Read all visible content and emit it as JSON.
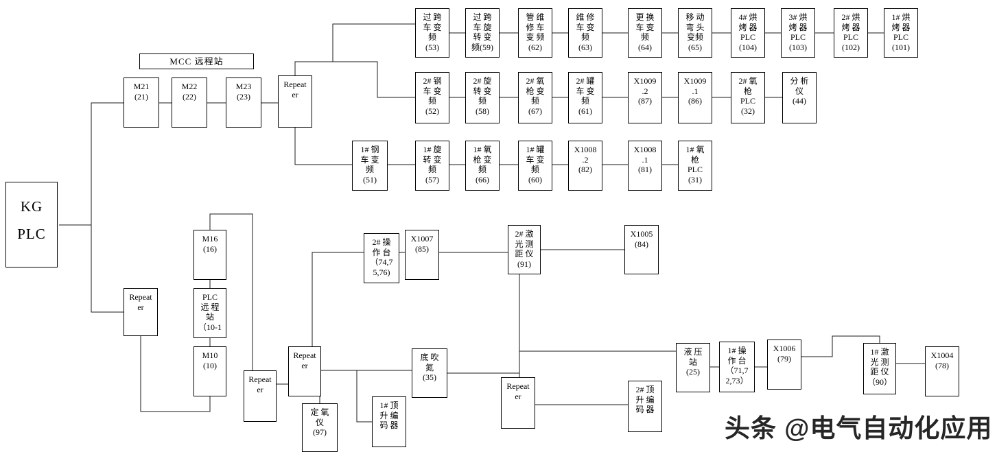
{
  "diagram": {
    "title_hint": "KG PLC network topology diagram",
    "colors": {
      "line": "#1a1a1a",
      "box_border": "#000000",
      "background": "#ffffff",
      "watermark": "#262626"
    },
    "watermark": "头条 @电气自动化应用",
    "nodes": {
      "kg_plc": {
        "label": "KG\nPLC"
      },
      "mcc": {
        "label": "MCC 远程站"
      },
      "m21": {
        "label": "M21\n(21)"
      },
      "m22": {
        "label": "M22\n(22)"
      },
      "m23": {
        "label": "M23\n(23)"
      },
      "rep_top": {
        "label": "Repeat\ner"
      },
      "n53": {
        "label": "过 跨\n车 变\n频\n(53)"
      },
      "n59": {
        "label": "过 跨\n车 旋\n转 变\n频(59)"
      },
      "n62": {
        "label": "管 维\n修 车\n变 频\n(62)"
      },
      "n63": {
        "label": "维 修\n车 变\n频\n(63)"
      },
      "n64": {
        "label": "更 换\n车 变\n频\n(64)"
      },
      "n65": {
        "label": "移 动\n弯 头\n变频\n(65)"
      },
      "n104": {
        "label": "4# 烘\n烤 器\nPLC\n(104)"
      },
      "n103": {
        "label": "3# 烘\n烤 器\nPLC\n(103)"
      },
      "n102": {
        "label": "2# 烘\n烤 器\nPLC\n(102)"
      },
      "n101": {
        "label": "1# 烘\n烤 器\nPLC\n(101)"
      },
      "n52": {
        "label": "2# 钢\n车 变\n频\n(52)"
      },
      "n58": {
        "label": "2# 旋\n转 变\n频\n(58)"
      },
      "n67": {
        "label": "2# 氧\n枪 变\n频\n(67)"
      },
      "n61": {
        "label": "2# 罐\n车 变\n频\n(61)"
      },
      "x1009_2": {
        "label": "X1009\n.2\n(87)"
      },
      "x1009_1": {
        "label": "X1009\n.1\n(86)"
      },
      "n32": {
        "label": "2# 氧\n枪\nPLC\n(32)"
      },
      "n44": {
        "label": "分 析\n仪\n(44)"
      },
      "n51": {
        "label": "1# 钢\n车 变\n频\n(51)"
      },
      "n57": {
        "label": "1# 旋\n转 变\n频\n(57)"
      },
      "n66": {
        "label": "1# 氧\n枪 变\n频\n(66)"
      },
      "n60": {
        "label": "1# 罐\n车 变\n频\n(60)"
      },
      "x1008_2": {
        "label": "X1008\n.2\n(82)"
      },
      "x1008_1": {
        "label": "X1008\n.1\n(81)"
      },
      "n31": {
        "label": "1# 氧\n枪\nPLC\n(31)"
      },
      "rep_left": {
        "label": "Repeat\ner"
      },
      "m16": {
        "label": "M16\n(16)"
      },
      "plc_remote": {
        "label": "PLC\n远 程\n站\n（10-1"
      },
      "m10": {
        "label": "M10\n(10)"
      },
      "rep_ml": {
        "label": "Repeat\ner"
      },
      "rep_mid": {
        "label": "Repeat\ner"
      },
      "n97": {
        "label": "定 氧\n仪\n(97)"
      },
      "n2op": {
        "label": "2# 操\n作 台\n（74,7\n5,76)"
      },
      "x1007": {
        "label": "X1007\n(85)"
      },
      "n91": {
        "label": "2# 激\n光 测\n距 仪\n(91)"
      },
      "x1005": {
        "label": "X1005\n(84)"
      },
      "n35": {
        "label": "底 吹\n氮\n(35)"
      },
      "enc1": {
        "label": "1# 顶\n升 编\n码 器"
      },
      "rep_bot": {
        "label": "Repeat\ner"
      },
      "enc2": {
        "label": "2# 顶\n升 编\n码 器"
      },
      "n25": {
        "label": "液 压\n站\n(25)"
      },
      "n1op": {
        "label": "1# 操\n作 台\n（71,7\n2,73）"
      },
      "x1006": {
        "label": "X1006\n(79)"
      },
      "n90": {
        "label": "1# 激\n光 测\n距 仪\n（90）"
      },
      "x1004": {
        "label": "X1004\n(78)"
      }
    }
  }
}
